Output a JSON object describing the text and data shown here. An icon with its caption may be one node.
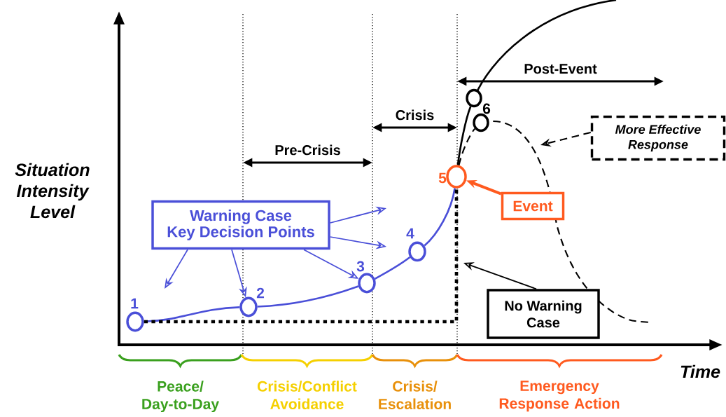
{
  "diagram": {
    "nodes": [
      {
        "text": [
          "Warning Case",
          "Key Decision Points"
        ]
      },
      {
        "text": [
          "Event"
        ]
      },
      {
        "text": [
          "No Warning Case"
        ]
      },
      {
        "text": [
          "More Effective Response"
        ]
      },
      {
        "text": [],
        "shape": "circle",
        "beside": [
          "1"
        ]
      },
      {
        "text": [],
        "shape": "circle",
        "beside": [
          "2"
        ]
      },
      {
        "text": [],
        "shape": "circle",
        "beside": [
          "3"
        ]
      },
      {
        "text": [],
        "shape": "circle",
        "beside": [
          "4"
        ]
      },
      {
        "text": [],
        "shape": "circle",
        "beside": [
          "5"
        ]
      },
      {
        "text": [],
        "shape": "circle"
      },
      {
        "text": [],
        "shape": "circle",
        "beside": [
          "6"
        ]
      }
    ],
    "edges": [
      {
        "from": 0,
        "to": null,
        "arrow": "to"
      },
      {
        "from": 0,
        "to": 5,
        "arrow": "to"
      },
      {
        "from": 0,
        "to": 6,
        "arrow": "to"
      },
      {
        "from": 0,
        "to": null,
        "arrow": "to"
      },
      {
        "from": 0,
        "to": null,
        "arrow": "to"
      },
      {
        "from": 1,
        "to": 8,
        "arrow": "to",
        "style": "thick",
        "color": "#ff5a1f"
      },
      {
        "from": 2,
        "to": null,
        "arrow": "to",
        "color": "#000000"
      },
      {
        "from": 3,
        "to": null,
        "arrow": "to",
        "style": "dashed",
        "color": "#000000"
      },
      {
        "from": 4,
        "to": 5,
        "arrow": "none"
      },
      {
        "from": 5,
        "to": 6,
        "arrow": "none"
      },
      {
        "from": 6,
        "to": 7,
        "arrow": "none"
      },
      {
        "from": 7,
        "to": 8,
        "arrow": "none"
      },
      {
        "from": 8,
        "to": 9,
        "arrow": "none",
        "color": "#000000"
      },
      {
        "from": 8,
        "to": 10,
        "arrow": "none",
        "style": "dashed",
        "color": "#000000"
      },
      {
        "from": 4,
        "to": 8,
        "arrow": "none",
        "style": "dashed",
        "color": "#000000"
      }
    ],
    "labels": [
      "Situation Intensity Level",
      "Post-Event",
      "Crisis",
      "Pre-Crisis",
      "Time",
      "Peace/ Day-to-Day",
      "Crisis/Conflict Avoidance",
      "Crisis/ Escalation",
      "Emergency Response Action"
    ]
  }
}
